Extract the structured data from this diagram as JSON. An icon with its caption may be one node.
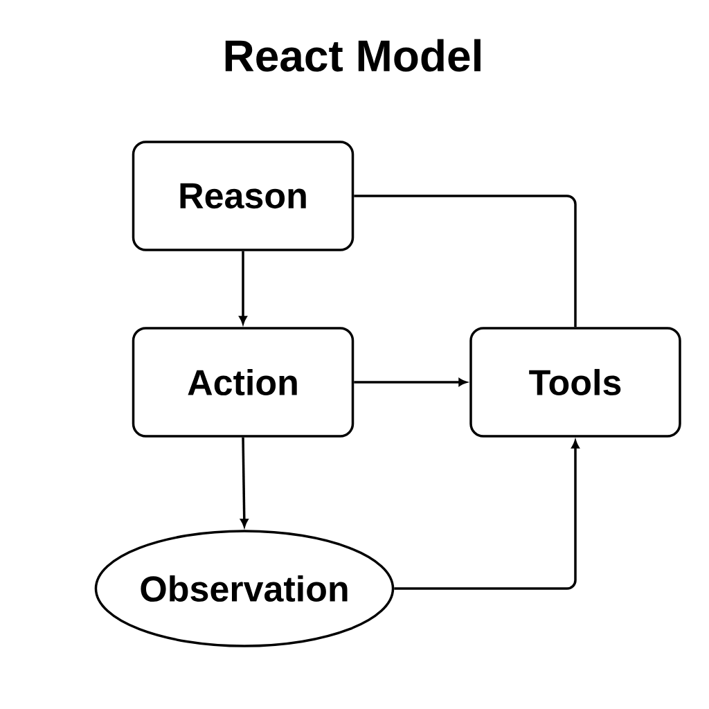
{
  "diagram": {
    "title": "React Model",
    "nodes": [
      {
        "text": [
          "Reason"
        ]
      },
      {
        "text": [
          "Action"
        ]
      },
      {
        "text": [
          "Tools"
        ]
      },
      {
        "text": [
          "Observation"
        ]
      }
    ],
    "edges": [
      {
        "from": 0,
        "to": 1,
        "arrow": "to"
      },
      {
        "from": 1,
        "to": 2,
        "arrow": "to"
      },
      {
        "from": 1,
        "to": 3,
        "arrow": "to"
      },
      {
        "from": 3,
        "to": 2,
        "arrow": "to"
      },
      {
        "from": 0,
        "to": 2,
        "arrow": "none"
      }
    ]
  }
}
